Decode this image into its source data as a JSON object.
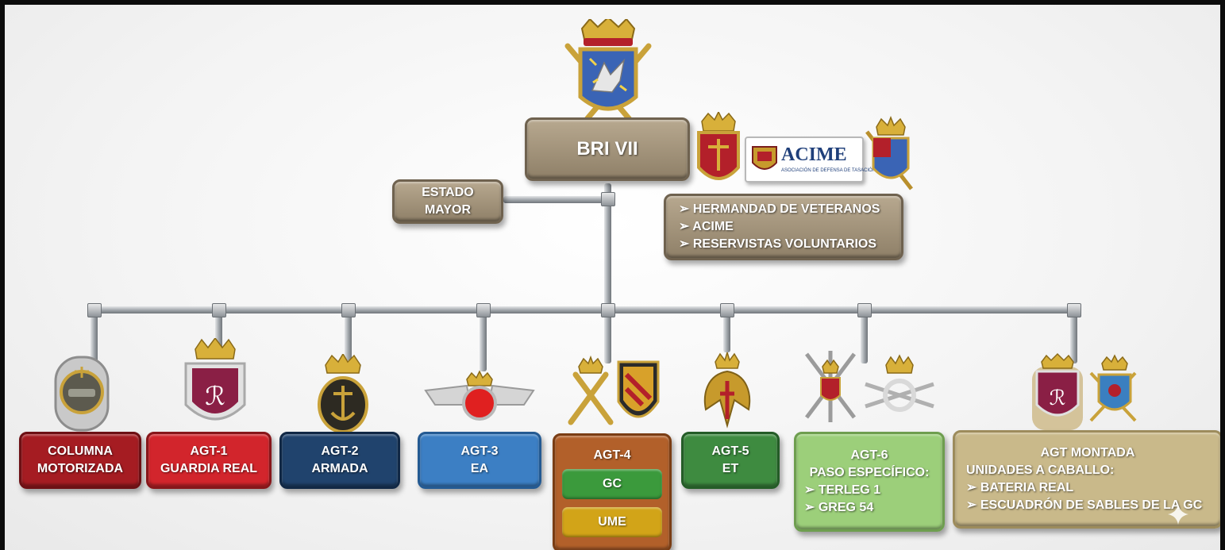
{
  "header": {
    "title": "BRI VII",
    "staff": [
      "ESTADO",
      "MAYOR"
    ],
    "acime_logo": "ACIME",
    "acime_tagline": "ASOCIACIÓN DE DEFENSA DE TASACIÓN"
  },
  "support": {
    "items": [
      "HERMANDAD DE VETERANOS",
      "ACIME",
      "RESERVISTAS VOLUNTARIOS"
    ],
    "bullet": "➢"
  },
  "units": [
    {
      "lines": [
        "COLUMNA",
        "MOTORIZADA"
      ],
      "color": "#a51c22",
      "emblem": "motorized-column-badge-icon"
    },
    {
      "lines": [
        "AGT-1",
        "GUARDIA REAL"
      ],
      "color": "#d2252c",
      "emblem": "royal-guard-crest-icon"
    },
    {
      "lines": [
        "AGT-2",
        "ARMADA"
      ],
      "color": "#20436d",
      "emblem": "navy-anchor-crest-icon"
    },
    {
      "lines": [
        "AGT-3",
        "EA"
      ],
      "color": "#3c7fc4",
      "emblem": "air-force-wings-icon"
    },
    {
      "lines": [
        "AGT-4"
      ],
      "color": "#b2602a",
      "emblem": "civil-guard-crest-icon",
      "sub": [
        {
          "label": "GC",
          "color": "#3b9a3c"
        },
        {
          "label": "UME",
          "color": "#d2a418"
        }
      ]
    },
    {
      "lines": [
        "AGT-5",
        "ET"
      ],
      "color": "#3e8b40",
      "emblem": "army-eagle-crest-icon"
    },
    {
      "lines": [
        "AGT-6",
        "PASO ESPECÍFICO:",
        "➢ TERLEG 1",
        "➢ GREG 54"
      ],
      "color": "#9ccf7a",
      "emblem": "legion-regulares-crests-icon"
    },
    {
      "lines": [
        "AGT MONTADA",
        "UNIDADES A CABALLO:",
        "➢ BATERIA REAL",
        "➢ ESCUADRÓN DE SABLES DE LA GC"
      ],
      "color": "#c9b98a",
      "emblem": "cavalry-crests-icon"
    }
  ],
  "colors": {
    "stone": "#a8987e",
    "pipe": "#9ea3a8",
    "gold": "#c79a2c",
    "crest_red": "#b3202a"
  }
}
